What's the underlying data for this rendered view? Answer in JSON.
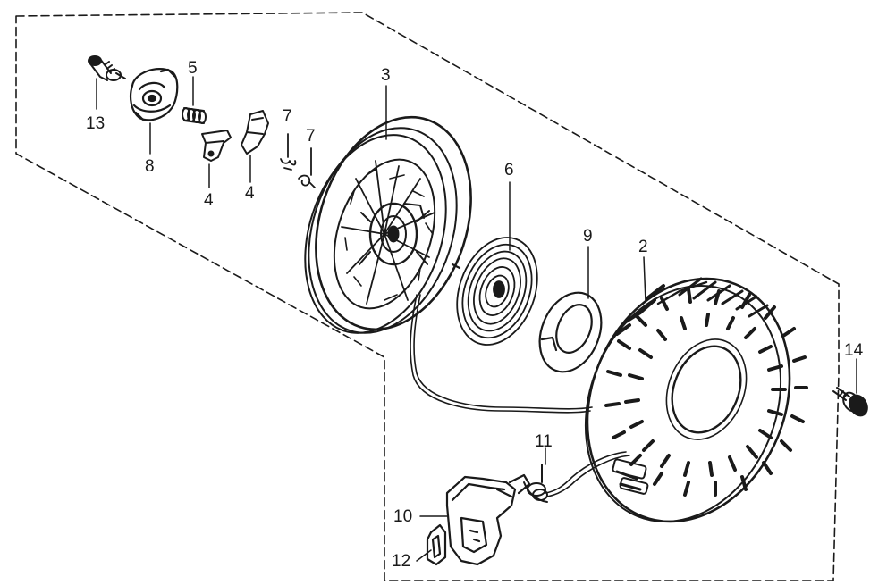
{
  "diagram": {
    "style": "exploded-parts",
    "ink_color": "#1a1a1a",
    "background_color": "#ffffff",
    "callouts": [
      {
        "id": "c13",
        "label": "13",
        "part": "bolt"
      },
      {
        "id": "c8",
        "label": "8",
        "part": "ratchet-guide"
      },
      {
        "id": "c5",
        "label": "5",
        "part": "spring"
      },
      {
        "id": "c4a",
        "label": "4",
        "part": "ratchet-pawl"
      },
      {
        "id": "c4b",
        "label": "4",
        "part": "ratchet-pawl"
      },
      {
        "id": "c7a",
        "label": "7",
        "part": "return-spring"
      },
      {
        "id": "c7b",
        "label": "7",
        "part": "return-spring"
      },
      {
        "id": "c3",
        "label": "3",
        "part": "reel-pulley"
      },
      {
        "id": "c6",
        "label": "6",
        "part": "recoil-spring"
      },
      {
        "id": "c9",
        "label": "9",
        "part": "spring-cover"
      },
      {
        "id": "c2",
        "label": "2",
        "part": "starter-case"
      },
      {
        "id": "c14",
        "label": "14",
        "part": "flange-bolt"
      },
      {
        "id": "c11",
        "label": "11",
        "part": "starter-rope"
      },
      {
        "id": "c10",
        "label": "10",
        "part": "grip-handle"
      },
      {
        "id": "c12",
        "label": "12",
        "part": "grip-insert"
      }
    ]
  }
}
